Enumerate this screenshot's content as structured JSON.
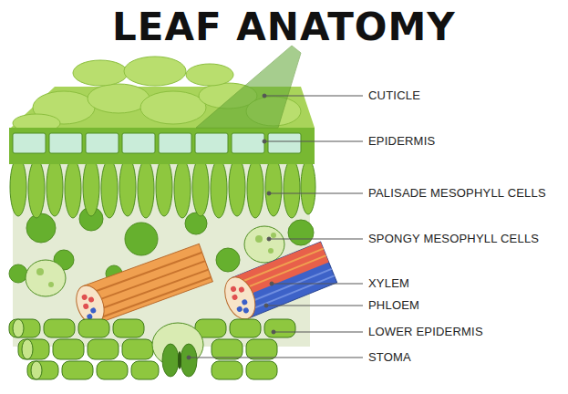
{
  "diagram": {
    "title": "LEAF ANATOMY",
    "labels": [
      "CUTICLE",
      "EPIDERMIS",
      "PALISADE MESOPHYLL CELLS",
      "SPONGY MESOPHYLL CELLS",
      "XYLEM",
      "PHLOEM",
      "LOWER EPIDERMIS",
      "STOMA"
    ]
  }
}
